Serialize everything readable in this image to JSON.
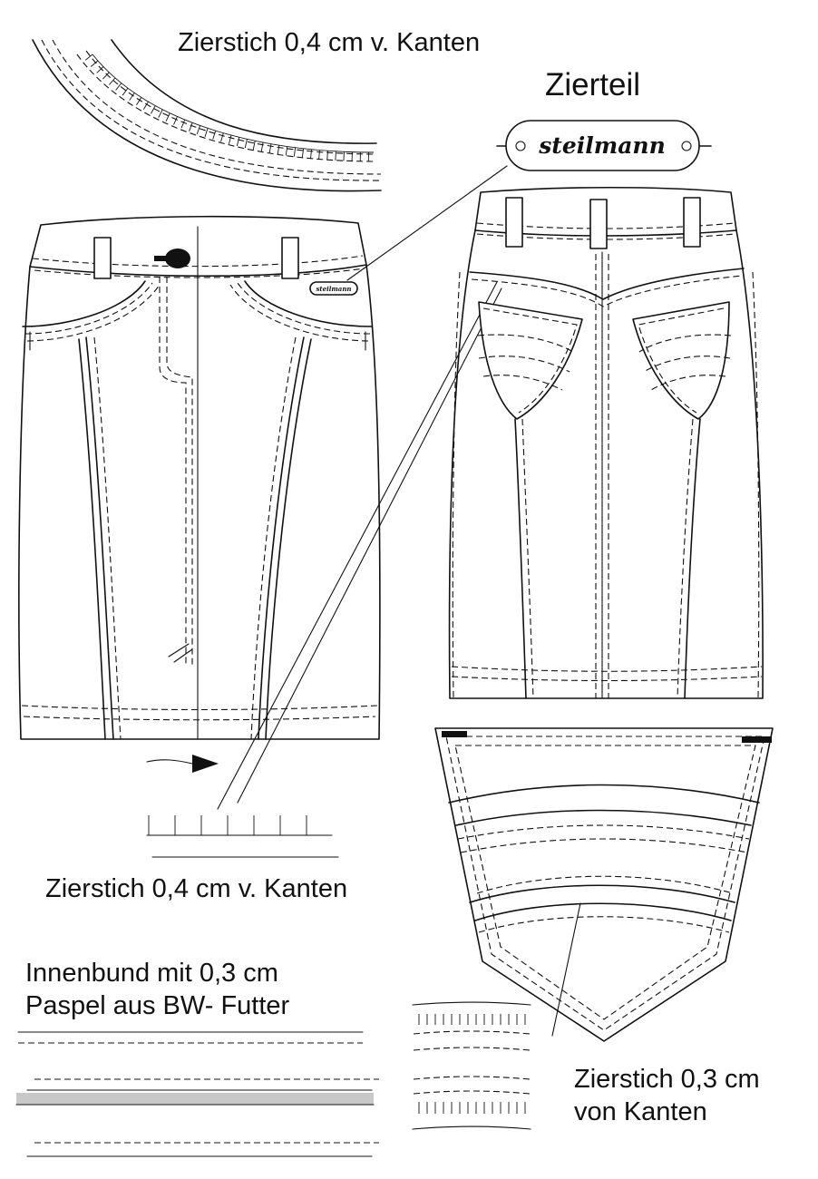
{
  "labels": {
    "top_stitch": "Zierstich 0,4 cm v. Kanten",
    "ornament_title": "Zierteil",
    "brand": "steilmann",
    "mid_stitch": "Zierstich 0,4 cm v. Kanten",
    "waistband_line1": "Innenbund mit 0,3 cm",
    "waistband_line2": "Paspel aus BW- Futter",
    "bottom_stitch_line1": "Zierstich 0,3 cm",
    "bottom_stitch_line2": "von Kanten"
  }
}
